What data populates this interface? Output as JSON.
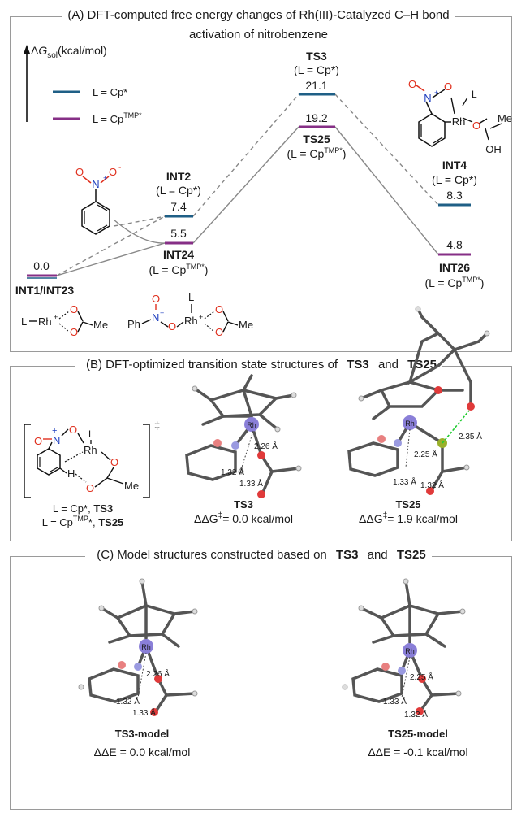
{
  "panelA": {
    "title_line1": "(A) DFT-computed free energy changes of Rh(III)-Catalyzed C–H bond",
    "title_line2": "activation of nitrobenzene",
    "yaxis": {
      "delta": "Δ",
      "G": "G",
      "sub": "sol",
      "unit": "(kcal/mol)"
    },
    "legend": [
      {
        "label": "L = Cp*",
        "color": "#1f5f86"
      },
      {
        "label": "L = Cp",
        "sup": "TMP*",
        "color": "#862f86"
      }
    ],
    "states": {
      "int1_name": "INT1/INT23",
      "int1_value": "0.0",
      "int2_name": "INT2",
      "int2_ligand": "(L = Cp*)",
      "int2_value": "7.4",
      "int24_value": "5.5",
      "int24_name": "INT24",
      "int24_ligand_pre": "(L = Cp",
      "int24_ligand_sup": "TMP*",
      "int24_ligand_post": ")",
      "ts3_name": "TS3",
      "ts3_ligand": "(L = Cp*)",
      "ts3_value": "21.1",
      "ts25_value": "19.2",
      "ts25_name": "TS25",
      "ts25_ligand_pre": "(L = Cp",
      "ts25_ligand_sup": "TMP*",
      "ts25_ligand_post": ")",
      "int4_name": "INT4",
      "int4_ligand": "(L = Cp*)",
      "int4_value": "8.3",
      "int26_value": "4.8",
      "int26_name": "INT26",
      "int26_ligand_pre": "(L = Cp",
      "int26_ligand_sup": "TMP*",
      "int26_ligand_post": ")"
    },
    "chem": {
      "nitro_n": "N",
      "nitro_plus": "+",
      "nitro_o1": "O",
      "nitro_o2": "O",
      "nitro_minus": "-",
      "int4_L": "L",
      "int4_rh": "Rh",
      "int4_o": "O",
      "int4_me": "Me",
      "int4_oh": "OH",
      "int1_L": "L",
      "int1_rh": "Rh",
      "int1_plus": "+",
      "int1_o": "O",
      "int1_me": "Me",
      "int24_ph": "Ph",
      "int24_n": "N",
      "int24_o": "O",
      "int24_L": "L",
      "int24_rh": "Rh",
      "int24_me": "Me"
    },
    "colors": {
      "cp_star": "#1f5f86",
      "cp_tmp": "#862f86",
      "path": "#777777",
      "oxygen": "#e0301e",
      "nitrogen": "#1f3fbf"
    }
  },
  "panelB": {
    "title_pre": "(B) DFT-optimized transition state structures of ",
    "title_ts3": "TS3",
    "title_and": " and ",
    "title_ts25": "TS25",
    "scheme": {
      "n": "N",
      "plus": "+",
      "o": "O",
      "L": "L",
      "rh": "Rh",
      "h": "H",
      "me": "Me",
      "dagger": "‡",
      "line1_pre": "L = Cp*,  ",
      "line1_bold": "TS3",
      "line2_pre": "L = Cp",
      "line2_sup": "TMP",
      "line2_mid": "*,  ",
      "line2_bold": "TS25"
    },
    "ts3": {
      "name": "TS3",
      "dist1": "2.26 Å",
      "dist2": "1.32 Å",
      "dist3": "1.33 Å",
      "rh": "Rh",
      "ddg_label": "ΔΔG",
      "ddg_value": "= 0.0 kcal/mol"
    },
    "ts25": {
      "name": "TS25",
      "dist1": "2.25 Å",
      "dist2": "1.33 Å",
      "dist3": "1.32 Å",
      "dist4": "2.35 Å",
      "rh": "Rh",
      "ddg_label": "ΔΔG",
      "ddg_value": "= 1.9 kcal/mol"
    }
  },
  "panelC": {
    "title_pre": "(C) Model structures constructed based on ",
    "title_ts3": "TS3",
    "title_and": " and ",
    "title_ts25": "TS25",
    "ts3model": {
      "name": "TS3-model",
      "dist1": "2.26 Å",
      "dist2": "1.32 Å",
      "dist3": "1.33 Å",
      "rh": "Rh",
      "dde": "ΔΔE  = 0.0 kcal/mol"
    },
    "ts25model": {
      "name": "TS25-model",
      "dist1": "2.25 Å",
      "dist2": "1.33 Å",
      "dist3": "1.32 Å",
      "rh": "Rh",
      "dde": "ΔΔE  = -0.1 kcal/mol"
    }
  }
}
